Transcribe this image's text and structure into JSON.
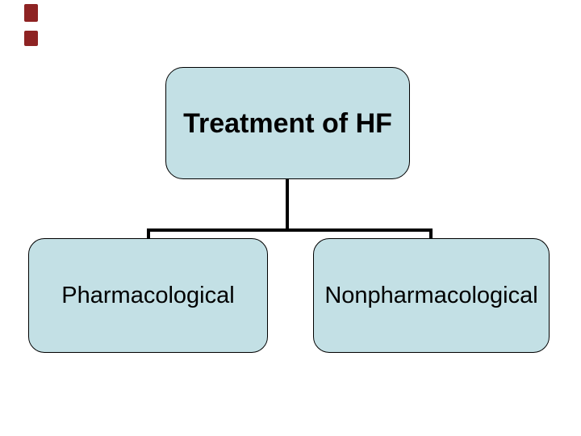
{
  "theme": {
    "background": "#ffffff",
    "node_fill": "#c3e0e5",
    "node_border": "#000000",
    "connector": "#000000",
    "text": "#000000",
    "accent_red": "#8e2323"
  },
  "slide": {
    "accent_marks": [
      {
        "position": "top-left-upper",
        "color": "#8e2323"
      },
      {
        "position": "top-left-lower",
        "color": "#8e2323"
      }
    ]
  },
  "diagram": {
    "type": "hierarchy",
    "root": {
      "label": "Treatment of HF"
    },
    "children": [
      {
        "label": "Pharmacological"
      },
      {
        "label": "Nonpharmacological"
      }
    ]
  }
}
